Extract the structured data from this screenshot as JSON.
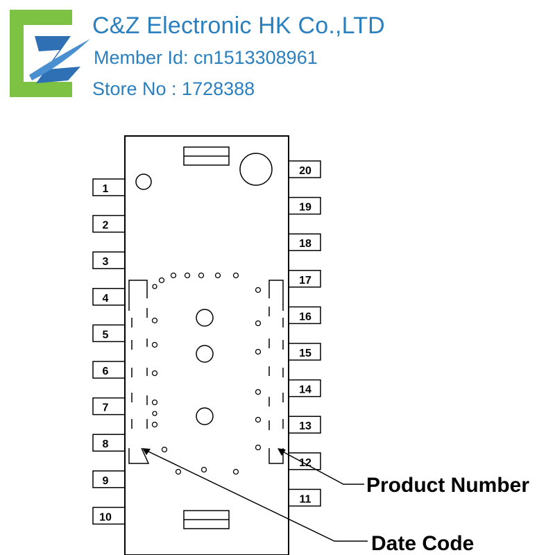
{
  "header": {
    "company_name": "C&Z Electronic HK Co.,LTD",
    "member_id": "Member Id: cn1513308961",
    "store_no": "Store No : 1728388",
    "brand_colors": {
      "text": "#2a7fbf",
      "logo_green": "#7dc242",
      "logo_blue": "#2f6fb4"
    }
  },
  "diagram": {
    "left_pins": [
      "1",
      "2",
      "3",
      "4",
      "5",
      "6",
      "7",
      "8",
      "9",
      "10"
    ],
    "right_pins": [
      "20",
      "19",
      "18",
      "17",
      "16",
      "15",
      "14",
      "13",
      "12",
      "11"
    ],
    "callouts": {
      "product_number": "Product Number",
      "date_code": "Date Code"
    }
  }
}
